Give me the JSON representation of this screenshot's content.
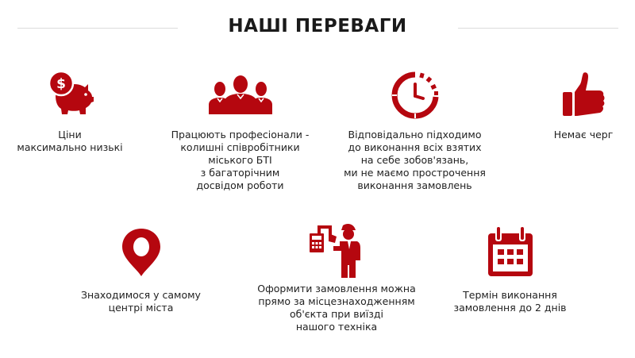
{
  "section": {
    "title": "НАШІ ПЕРЕВАГИ",
    "accent_color": "#b5070f"
  },
  "features": [
    {
      "icon": "piggy-bank-dollar-icon",
      "text": "Ціни\nмаксимально низькі"
    },
    {
      "icon": "business-team-icon",
      "text": "Працюють професіонали -\nколишні співробітники\nміського БТІ\nз багаторічним\nдосвідом роботи"
    },
    {
      "icon": "clock-deadline-icon",
      "text": "Відповідально підходимо\nдо виконання всіх взятих\nна себе зобов'язань,\nми не маємо прострочення\nвиконання замовлень"
    },
    {
      "icon": "thumbs-up-icon",
      "text": "Немає черг"
    },
    {
      "icon": "map-pin-icon",
      "text": "Знаходимося у самому\nцентрі міста"
    },
    {
      "icon": "technician-calculator-icon",
      "text": "Оформити замовлення можна\nпрямо за місцезнаходженням\nоб'єкта при виїзді\nнашого техніка"
    },
    {
      "icon": "calendar-icon",
      "text": "Термін виконання\nзамовлення до 2 днів"
    }
  ]
}
